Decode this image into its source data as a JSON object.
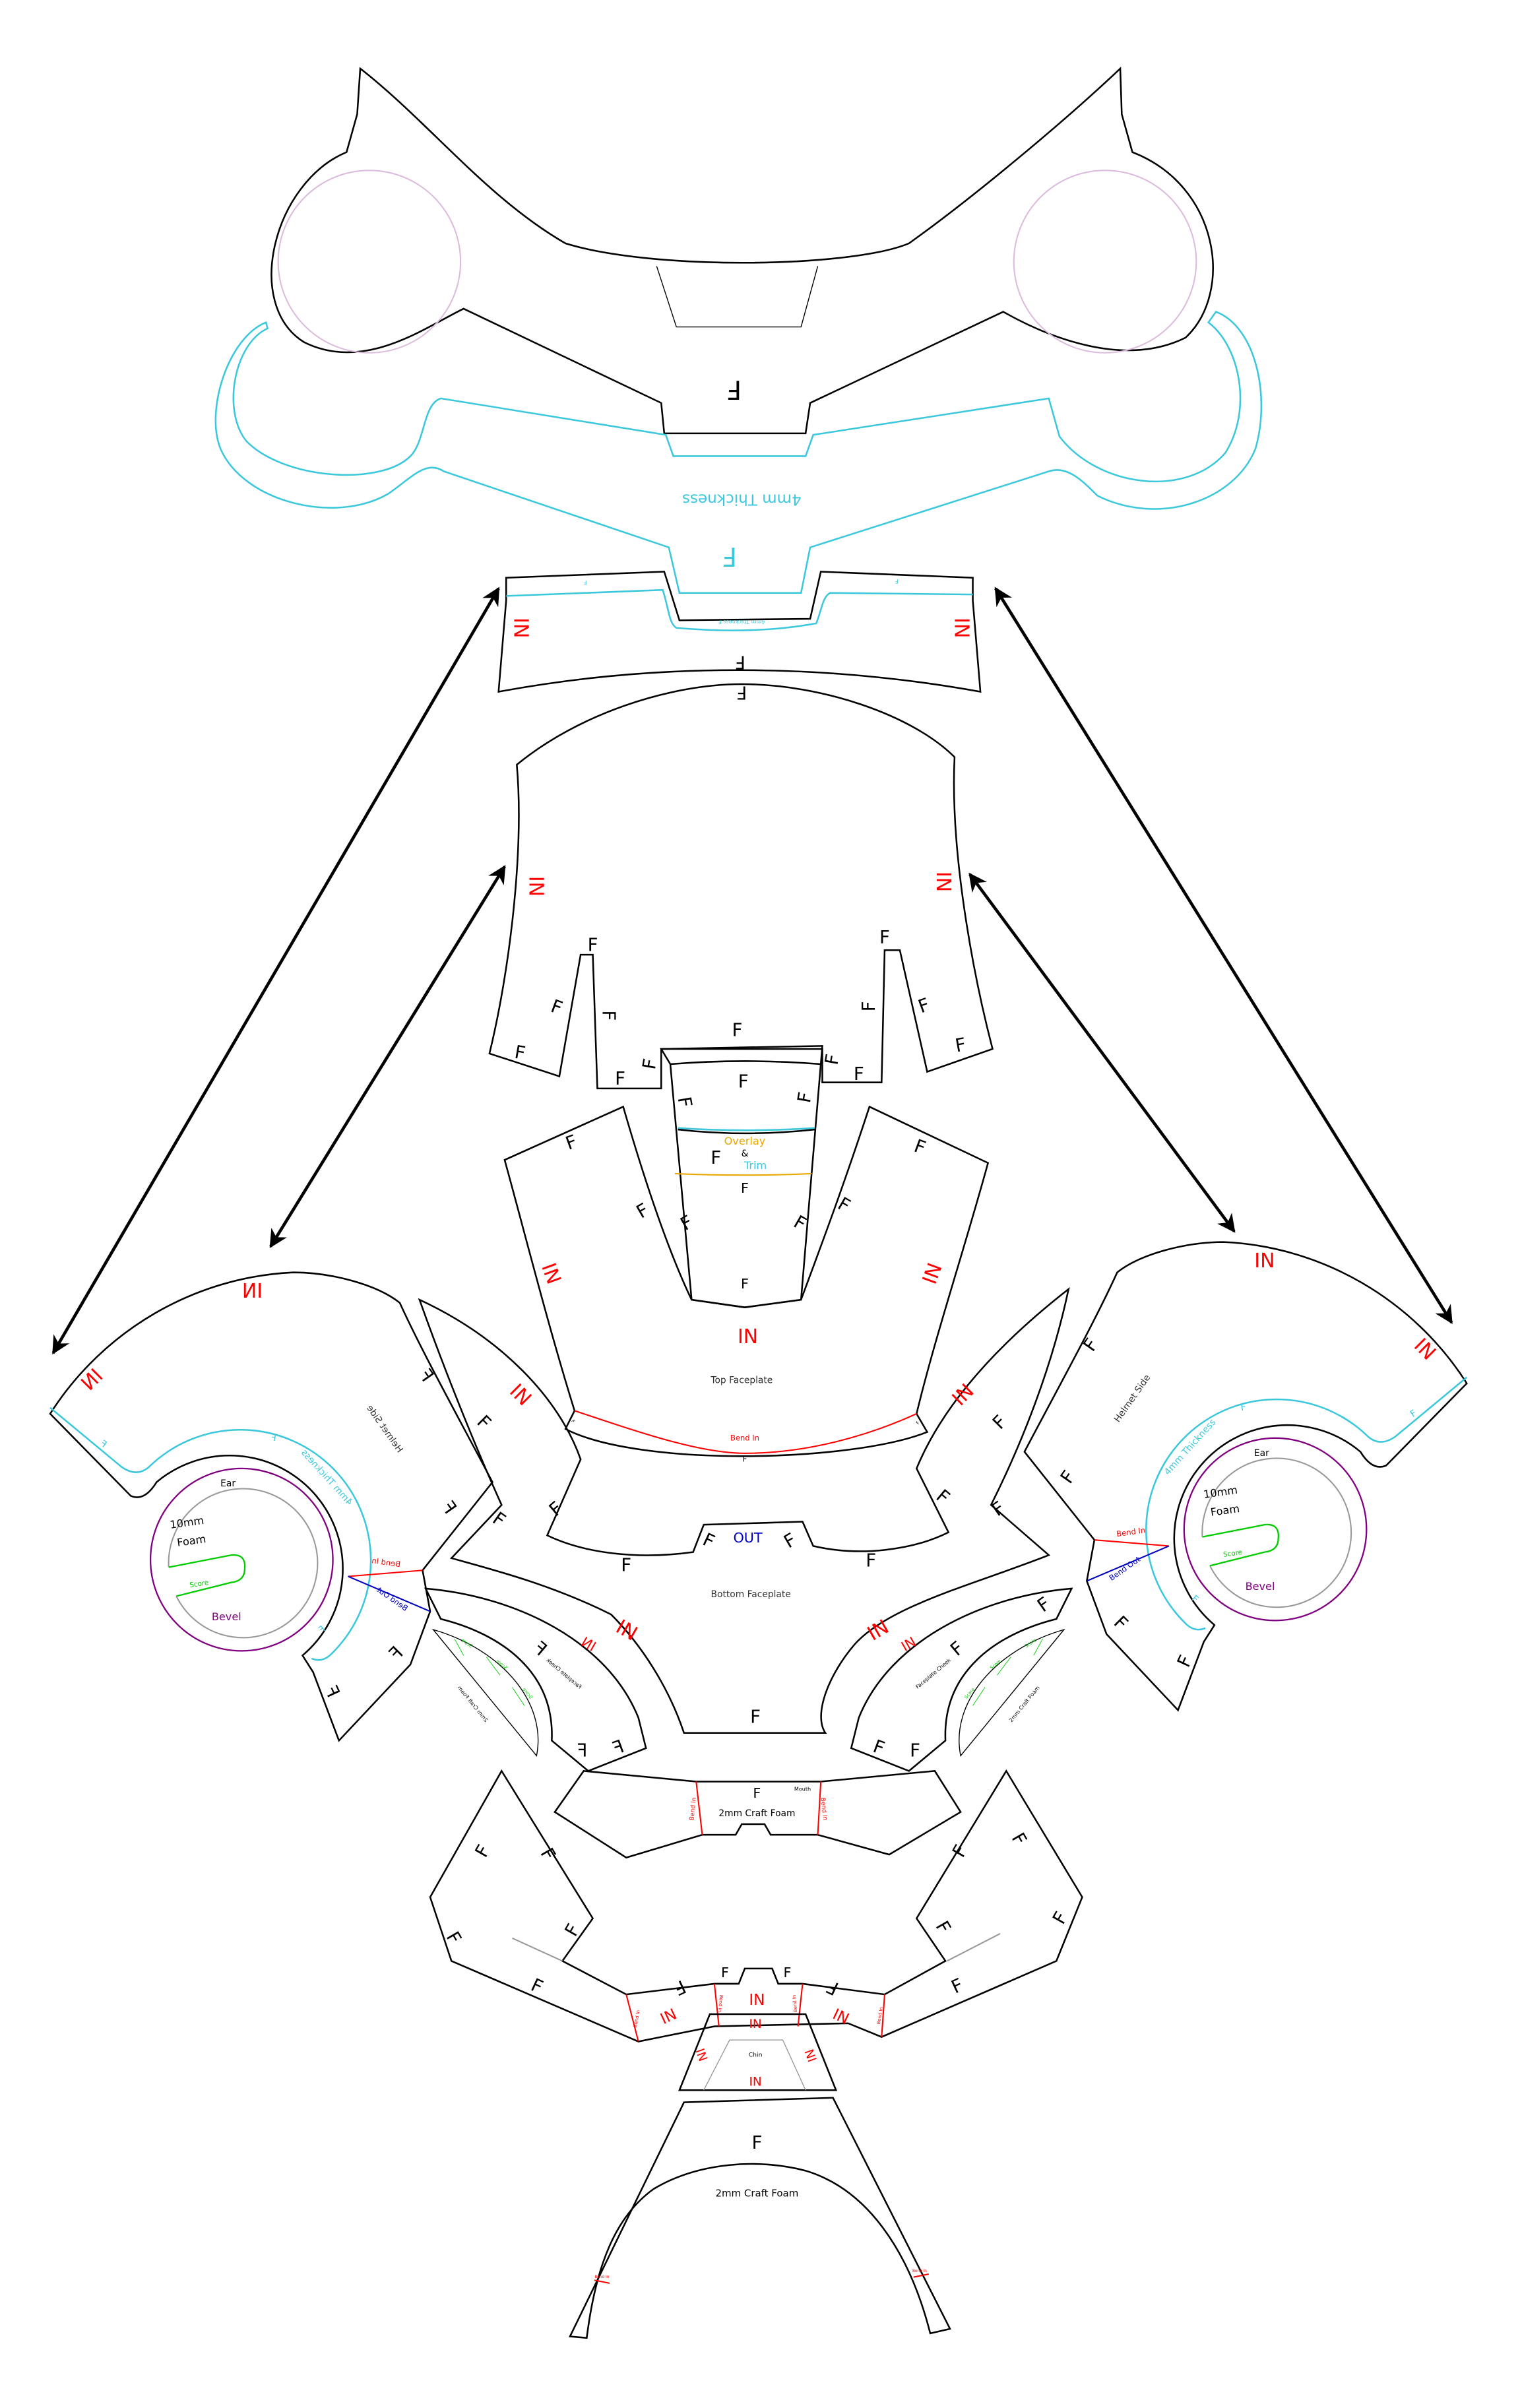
{
  "marks": {
    "flap": "F",
    "inside": "IN",
    "outside": "OUT",
    "bend_in": "Bend In",
    "bend_out": "Bend Out",
    "thickness": "4mm Thickness",
    "thickness_f": "4mm Thickness F",
    "score": "Score"
  },
  "pieces": {
    "top_faceplate": "Top Faceplate",
    "bottom_faceplate": "Bottom Faceplate",
    "helmet_side": "Helmet Side",
    "ear": "Ear",
    "ear_foam_line1": "10mm",
    "ear_foam_line2": "Foam",
    "ear_bevel": "Bevel",
    "faceplate_cheek": "Faceplate Cheek",
    "craft_foam": "2mm Craft Foam",
    "mouth": "Mouth",
    "chin": "Chin",
    "overlay": "Overlay",
    "ampersand": "&",
    "trim": "Trim"
  },
  "colors": {
    "outline": "#000000",
    "inside_marks": "#ff0000",
    "thickness_line": "#3cc8dc",
    "bevel": "#800080",
    "score": "#00cc00",
    "bend_out": "#0000c0",
    "overlay": "#e8a800",
    "eye_circle": "#dcbcdc"
  },
  "icons": {
    "arrows": "double-headed-arrow"
  }
}
